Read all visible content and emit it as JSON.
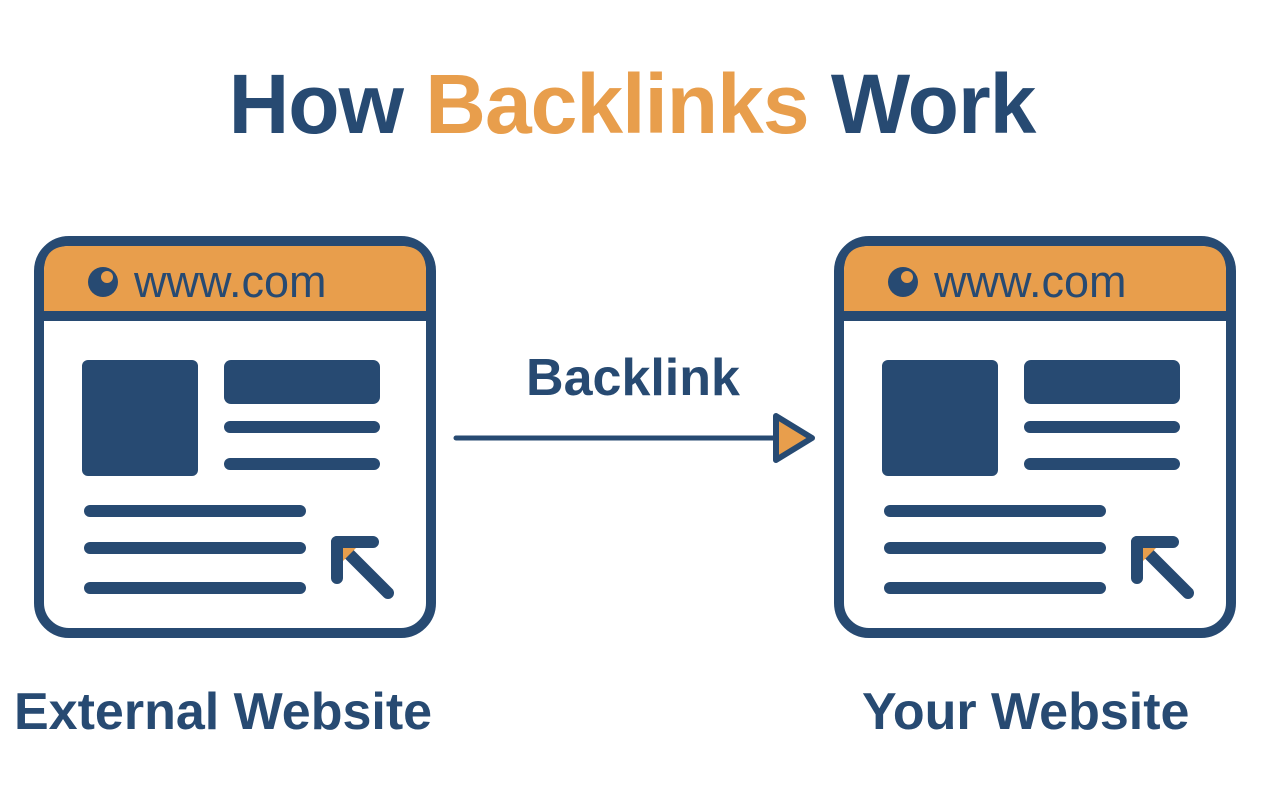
{
  "title": {
    "prefix": "How",
    "highlight": "Backlinks",
    "suffix": "Work"
  },
  "colors": {
    "navy": "#274a72",
    "orange": "#e89e4c",
    "background": "#ffffff"
  },
  "external_site": {
    "url": "www.com",
    "caption": "External Website"
  },
  "your_site": {
    "url": "www.com",
    "caption": "Your Website"
  },
  "link": {
    "label": "Backlink"
  },
  "icons": [
    "browser-logo-icon",
    "cursor-arrow-icon",
    "arrow-right-icon"
  ]
}
